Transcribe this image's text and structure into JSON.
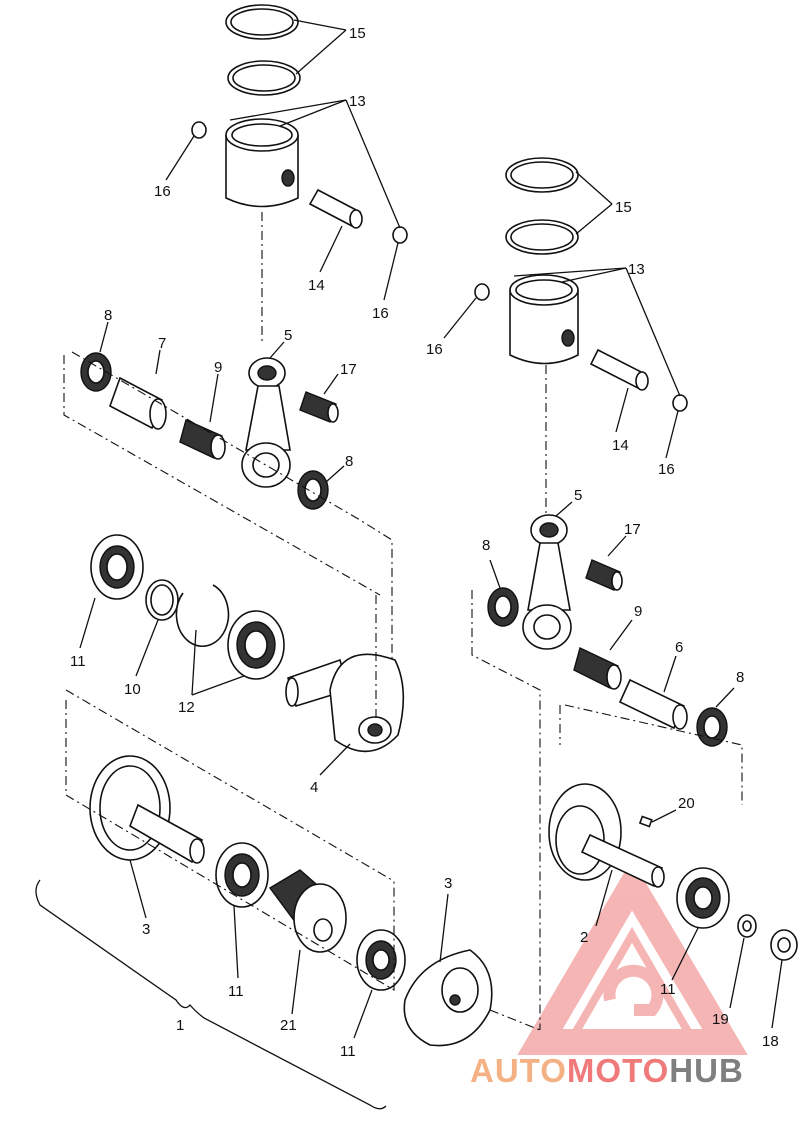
{
  "callouts": [
    {
      "n": "15"
    },
    {
      "n": "13"
    },
    {
      "n": "16"
    },
    {
      "n": "14"
    },
    {
      "n": "16"
    },
    {
      "n": "8"
    },
    {
      "n": "7"
    },
    {
      "n": "9"
    },
    {
      "n": "5"
    },
    {
      "n": "17"
    },
    {
      "n": "8"
    },
    {
      "n": "11"
    },
    {
      "n": "10"
    },
    {
      "n": "12"
    },
    {
      "n": "4"
    },
    {
      "n": "3"
    },
    {
      "n": "3"
    },
    {
      "n": "11"
    },
    {
      "n": "21"
    },
    {
      "n": "11"
    },
    {
      "n": "1"
    },
    {
      "n": "15"
    },
    {
      "n": "13"
    },
    {
      "n": "16"
    },
    {
      "n": "14"
    },
    {
      "n": "16"
    },
    {
      "n": "5"
    },
    {
      "n": "17"
    },
    {
      "n": "8"
    },
    {
      "n": "9"
    },
    {
      "n": "6"
    },
    {
      "n": "8"
    },
    {
      "n": "20"
    },
    {
      "n": "2"
    },
    {
      "n": "11"
    },
    {
      "n": "19"
    },
    {
      "n": "18"
    }
  ],
  "watermark": {
    "part1": "AUTO",
    "part2": "MOTO",
    "part3": "HUB",
    "color_light": "#f4b183",
    "color_red": "#f07a7a",
    "color_gray": "#7f7f7f"
  }
}
